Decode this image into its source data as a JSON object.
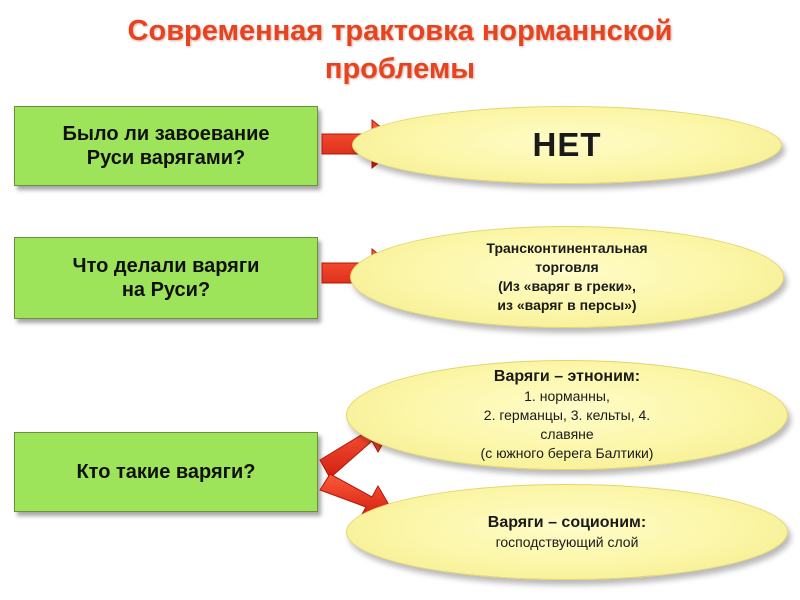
{
  "title": {
    "line1": "Современная трактовка норманнской",
    "line2": "проблемы"
  },
  "questions": [
    {
      "text": "Было ли завоевание\nРуси варягами?"
    },
    {
      "text": "Что делали варяги\nна Руси?"
    },
    {
      "text": "Кто такие варяги?"
    }
  ],
  "answers": {
    "a1": {
      "text": "НЕТ"
    },
    "a2": {
      "lines": [
        "Трансконтинентальная",
        "торговля",
        "(Из «варяг в греки»,",
        "из «варяг в персы»)"
      ]
    },
    "a3": {
      "heading": "Варяги – этноним:",
      "lines": [
        "1. норманны,",
        "2. германцы, 3. кельты, 4.",
        "славяне",
        "(с южного берега Балтики)"
      ]
    },
    "a4": {
      "heading": "Варяги – соционим:",
      "lines": [
        "господствующий слой"
      ]
    }
  },
  "colors": {
    "title": "#e8431f",
    "question_box": "#9ee45a",
    "answer_ellipse": "#fbf6a6",
    "arrow": "#e8281a"
  }
}
